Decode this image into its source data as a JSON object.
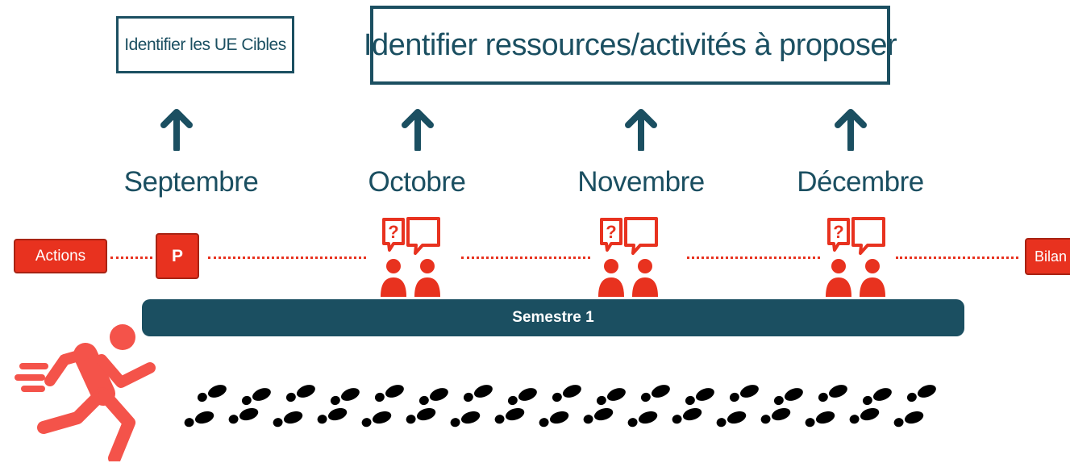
{
  "top_boxes": {
    "ue_label": "Identifier les UE Cibles",
    "resources_label": "Identifier ressources/activités à proposer"
  },
  "months": [
    "Septembre",
    "Octobre",
    "Novembre",
    "Décembre"
  ],
  "timeline": {
    "actions_label": "Actions",
    "p_label": "P",
    "bilan_label": "Bilan",
    "semester_label": "Semestre 1"
  },
  "colors": {
    "teal": "#1b4f61",
    "red": "#e8321f",
    "runner": "#f4534a",
    "footprints": "#000000"
  },
  "icons": {
    "arrows": "up-arrow-icon",
    "meetings": "discussion-icon",
    "runner": "runner-icon",
    "footprints": "footprints-icon"
  }
}
